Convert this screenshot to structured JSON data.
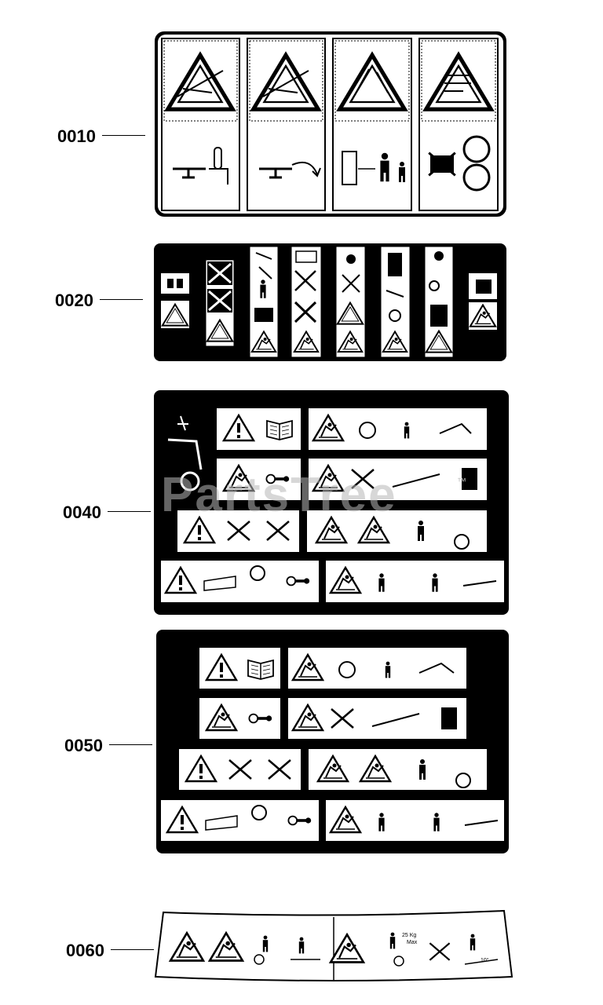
{
  "callouts": [
    {
      "id": "0010",
      "label": "0010"
    },
    {
      "id": "0020",
      "label": "0020"
    },
    {
      "id": "0040",
      "label": "0040"
    },
    {
      "id": "0050",
      "label": "0050"
    },
    {
      "id": "0060",
      "label": "0060"
    }
  ],
  "watermark": {
    "text": "PartsTree",
    "trademark": "™"
  },
  "decal_0060_text": {
    "weight": "25 Kg",
    "max": "Max",
    "slope": "10°"
  },
  "icons": [
    "warning-triangle-icon",
    "operator-manual-icon",
    "thrown-object-icon",
    "slope-hazard-icon",
    "remove-key-icon",
    "parking-brake-icon",
    "keep-children-away-icon",
    "no-riders-icon",
    "rotating-blade-icon"
  ]
}
